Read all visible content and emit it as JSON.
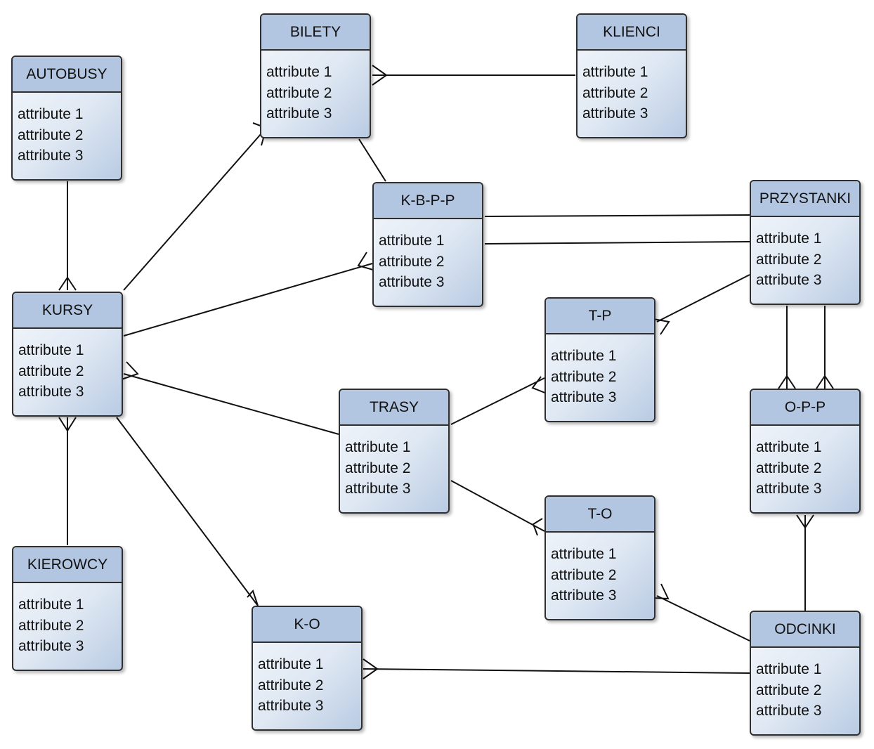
{
  "entities": {
    "autobusy": {
      "name": "AUTOBUSY",
      "attributes": [
        "attribute 1",
        "attribute 2",
        "attribute 3"
      ]
    },
    "bilety": {
      "name": "BILETY",
      "attributes": [
        "attribute 1",
        "attribute 2",
        "attribute 3"
      ]
    },
    "klienci": {
      "name": "KLIENCI",
      "attributes": [
        "attribute 1",
        "attribute 2",
        "attribute 3"
      ]
    },
    "kbpp": {
      "name": "K-B-P-P",
      "attributes": [
        "attribute 1",
        "attribute 2",
        "attribute 3"
      ]
    },
    "przystanki": {
      "name": "PRZYSTANKI",
      "attributes": [
        "attribute 1",
        "attribute 2",
        "attribute 3"
      ]
    },
    "kursy": {
      "name": "KURSY",
      "attributes": [
        "attribute 1",
        "attribute 2",
        "attribute 3"
      ]
    },
    "tp": {
      "name": "T-P",
      "attributes": [
        "attribute 1",
        "attribute 2",
        "attribute 3"
      ]
    },
    "trasy": {
      "name": "TRASY",
      "attributes": [
        "attribute 1",
        "attribute 2",
        "attribute 3"
      ]
    },
    "opp": {
      "name": "O-P-P",
      "attributes": [
        "attribute 1",
        "attribute 2",
        "attribute 3"
      ]
    },
    "to": {
      "name": "T-O",
      "attributes": [
        "attribute 1",
        "attribute 2",
        "attribute 3"
      ]
    },
    "kierowcy": {
      "name": "KIEROWCY",
      "attributes": [
        "attribute 1",
        "attribute 2",
        "attribute 3"
      ]
    },
    "ko": {
      "name": "K-O",
      "attributes": [
        "attribute 1",
        "attribute 2",
        "attribute 3"
      ]
    },
    "odcinki": {
      "name": "ODCINKI",
      "attributes": [
        "attribute 1",
        "attribute 2",
        "attribute 3"
      ]
    }
  },
  "relationships": [
    {
      "from": "AUTOBUSY",
      "to": "KURSY",
      "to_end": "many"
    },
    {
      "from": "KURSY",
      "to": "BILETY",
      "to_end": "many"
    },
    {
      "from": "KLIENCI",
      "to": "BILETY",
      "to_end": "many"
    },
    {
      "from": "BILETY",
      "to": "K-B-P-P",
      "to_end": "one"
    },
    {
      "from": "KURSY",
      "to": "K-B-P-P",
      "to_end": "many"
    },
    {
      "from": "PRZYSTANKI",
      "to": "K-B-P-P",
      "to_end": "one"
    },
    {
      "from": "PRZYSTANKI",
      "to": "K-B-P-P",
      "to_end": "one"
    },
    {
      "from": "PRZYSTANKI",
      "to": "T-P",
      "to_end": "many"
    },
    {
      "from": "TRASY",
      "to": "KURSY",
      "to_end": "many"
    },
    {
      "from": "TRASY",
      "to": "T-P",
      "to_end": "many"
    },
    {
      "from": "TRASY",
      "to": "T-O",
      "to_end": "many"
    },
    {
      "from": "PRZYSTANKI",
      "to": "O-P-P",
      "to_end": "many"
    },
    {
      "from": "PRZYSTANKI",
      "to": "O-P-P",
      "to_end": "many"
    },
    {
      "from": "KIEROWCY",
      "to": "KURSY",
      "to_end": "many"
    },
    {
      "from": "KURSY",
      "to": "K-O",
      "to_end": "many"
    },
    {
      "from": "ODCINKI",
      "to": "O-P-P",
      "to_end": "many"
    },
    {
      "from": "ODCINKI",
      "to": "T-O",
      "to_end": "many"
    },
    {
      "from": "ODCINKI",
      "to": "K-O",
      "to_end": "many"
    }
  ]
}
